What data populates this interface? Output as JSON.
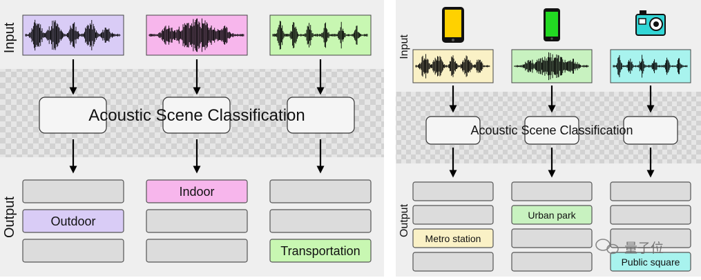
{
  "left_panel": {
    "input_label": "Input",
    "output_label": "Output",
    "acs_label": "Acoustic Scene Classification",
    "columns": [
      {
        "wave_color": "#d9ccf6",
        "predicted": "Outdoor",
        "predicted_color": "#d9ccf6"
      },
      {
        "wave_color": "#f7b6ec",
        "predicted": "Indoor",
        "predicted_color": "#f7b6ec"
      },
      {
        "wave_color": "#c8f7b2",
        "predicted": "Transportation",
        "predicted_color": "#c8f7b2"
      }
    ]
  },
  "right_panel": {
    "input_label": "Input",
    "output_label": "Output",
    "acs_label": "Acoustic Scene Classification",
    "devices": [
      {
        "icon": "smartphone-yellow-icon",
        "color": "#ffd100"
      },
      {
        "icon": "smartphone-green-icon",
        "color": "#22d922"
      },
      {
        "icon": "action-camera-icon",
        "color": "#33d6d6"
      }
    ],
    "columns": [
      {
        "wave_color": "#faf1c6",
        "predicted": "Metro station",
        "predicted_color": "#faf1c6"
      },
      {
        "wave_color": "#c8f2c0",
        "predicted": "Urban park",
        "predicted_color": "#c8f2c0"
      },
      {
        "wave_color": "#a8f3ee",
        "predicted": "Public square",
        "predicted_color": "#a8f3ee"
      }
    ]
  },
  "watermark": {
    "text": "量子位"
  }
}
